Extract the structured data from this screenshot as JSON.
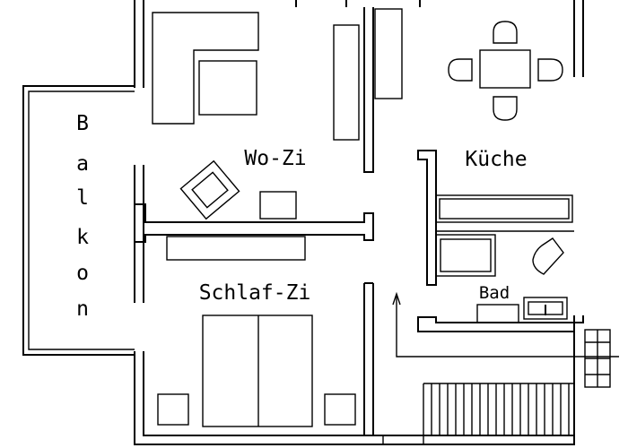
{
  "rooms": {
    "living": "Wo-Zi",
    "kitchen": "Küche",
    "bedroom": "Schlaf-Zi",
    "bath": "Bad"
  },
  "balcony": [
    "B",
    "a",
    "l",
    "k",
    "o",
    "n"
  ],
  "colors": {
    "line": "#000000",
    "background": "#ffffff"
  }
}
